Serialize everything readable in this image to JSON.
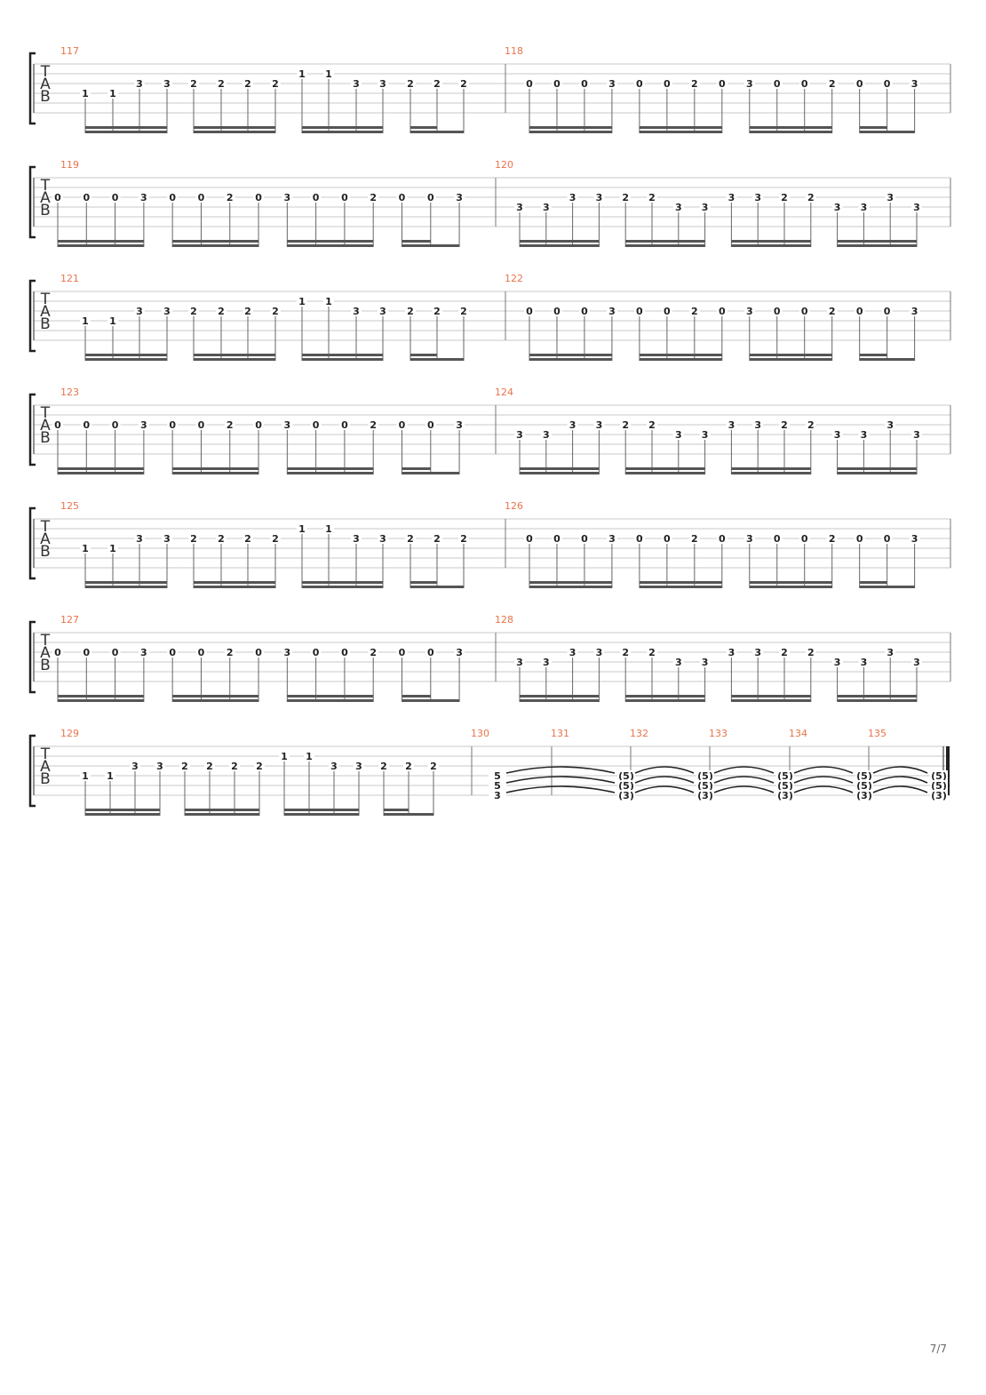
{
  "tab_label": [
    "T",
    "A",
    "B"
  ],
  "colors": {
    "measure_number": "#e8744c",
    "staff_line": "#c8c8c8",
    "ink": "#222222",
    "beam": "#555555"
  },
  "rows": [
    {
      "measures": [
        {
          "number": "117",
          "pattern": "A"
        },
        {
          "number": "118",
          "pattern": "B"
        }
      ]
    },
    {
      "measures": [
        {
          "number": "119",
          "pattern": "B"
        },
        {
          "number": "120",
          "pattern": "C"
        }
      ]
    },
    {
      "measures": [
        {
          "number": "121",
          "pattern": "A"
        },
        {
          "number": "122",
          "pattern": "B"
        }
      ]
    },
    {
      "measures": [
        {
          "number": "123",
          "pattern": "B"
        },
        {
          "number": "124",
          "pattern": "C"
        }
      ]
    },
    {
      "measures": [
        {
          "number": "125",
          "pattern": "A"
        },
        {
          "number": "126",
          "pattern": "B"
        }
      ]
    },
    {
      "measures": [
        {
          "number": "127",
          "pattern": "B"
        },
        {
          "number": "128",
          "pattern": "C"
        }
      ]
    },
    {
      "measures": [
        {
          "number": "129",
          "pattern": "A"
        },
        {
          "number": "130",
          "pattern": "chord_first"
        },
        {
          "number": "131",
          "pattern": "chord_tied"
        },
        {
          "number": "132",
          "pattern": "chord_tied"
        },
        {
          "number": "133",
          "pattern": "chord_tied"
        },
        {
          "number": "134",
          "pattern": "chord_tied"
        },
        {
          "number": "135",
          "pattern": "chord_tied"
        }
      ]
    }
  ],
  "patterns": {
    "A": [
      {
        "s": 3,
        "f": "1"
      },
      {
        "s": 3,
        "f": "1"
      },
      {
        "s": 2,
        "f": "3"
      },
      {
        "s": 2,
        "f": "3"
      },
      {
        "s": 2,
        "f": "2"
      },
      {
        "s": 2,
        "f": "2"
      },
      {
        "s": 2,
        "f": "2"
      },
      {
        "s": 2,
        "f": "2"
      },
      {
        "s": 1,
        "f": "1"
      },
      {
        "s": 1,
        "f": "1"
      },
      {
        "s": 2,
        "f": "3"
      },
      {
        "s": 2,
        "f": "3"
      },
      {
        "s": 2,
        "f": "2"
      },
      {
        "s": 2,
        "f": "2"
      },
      {
        "s": 2,
        "f": "2"
      }
    ],
    "B": [
      {
        "s": 2,
        "f": "0"
      },
      {
        "s": 2,
        "f": "0"
      },
      {
        "s": 2,
        "f": "0"
      },
      {
        "s": 2,
        "f": "3"
      },
      {
        "s": 2,
        "f": "0"
      },
      {
        "s": 2,
        "f": "0"
      },
      {
        "s": 2,
        "f": "2"
      },
      {
        "s": 2,
        "f": "0"
      },
      {
        "s": 2,
        "f": "3"
      },
      {
        "s": 2,
        "f": "0"
      },
      {
        "s": 2,
        "f": "0"
      },
      {
        "s": 2,
        "f": "2"
      },
      {
        "s": 2,
        "f": "0"
      },
      {
        "s": 2,
        "f": "0"
      },
      {
        "s": 2,
        "f": "3"
      }
    ],
    "C": [
      {
        "s": 3,
        "f": "3"
      },
      {
        "s": 3,
        "f": "3"
      },
      {
        "s": 2,
        "f": "3"
      },
      {
        "s": 2,
        "f": "3"
      },
      {
        "s": 2,
        "f": "2"
      },
      {
        "s": 2,
        "f": "2"
      },
      {
        "s": 3,
        "f": "3"
      },
      {
        "s": 3,
        "f": "3"
      },
      {
        "s": 2,
        "f": "3"
      },
      {
        "s": 2,
        "f": "3"
      },
      {
        "s": 2,
        "f": "2"
      },
      {
        "s": 2,
        "f": "2"
      },
      {
        "s": 3,
        "f": "3"
      },
      {
        "s": 3,
        "f": "3"
      },
      {
        "s": 2,
        "f": "3"
      },
      {
        "s": 3,
        "f": "3"
      }
    ],
    "chord_first": [
      {
        "s": 3,
        "f": "5"
      },
      {
        "s": 4,
        "f": "5"
      },
      {
        "s": 5,
        "f": "3"
      }
    ],
    "chord_tied": [
      {
        "s": 3,
        "f": "(5)"
      },
      {
        "s": 4,
        "f": "(5)"
      },
      {
        "s": 5,
        "f": "(3)"
      }
    ]
  },
  "page_number": "7/7"
}
